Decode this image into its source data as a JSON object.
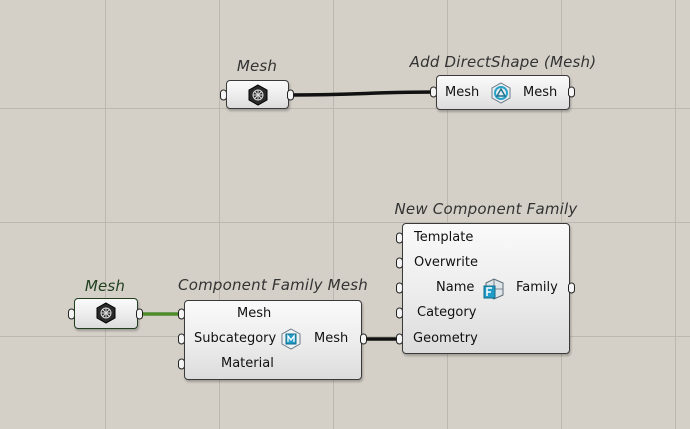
{
  "canvas": {
    "colors": {
      "background": "#d4d0c8",
      "grid": "#bcb8b0",
      "wire": "#111111",
      "selected_wire": "#4d8a2a"
    }
  },
  "nodes": {
    "mesh_param_top": {
      "title": "Mesh",
      "icon": "mesh-icon"
    },
    "add_directshape": {
      "title": "Add DirectShape (Mesh)",
      "input": "Mesh",
      "output": "Mesh",
      "icon": "directshape-icon"
    },
    "mesh_param_bottom": {
      "title": "Mesh",
      "icon": "mesh-icon",
      "selected": true
    },
    "component_family_mesh": {
      "title": "Component Family Mesh",
      "inputs": [
        "Mesh",
        "Subcategory",
        "Material"
      ],
      "output": "Mesh",
      "icon": "family-mesh-icon"
    },
    "new_component_family": {
      "title": "New Component Family",
      "inputs": [
        "Template",
        "Overwrite",
        "Name",
        "Category",
        "Geometry"
      ],
      "output": "Family",
      "icon": "family-icon"
    }
  }
}
